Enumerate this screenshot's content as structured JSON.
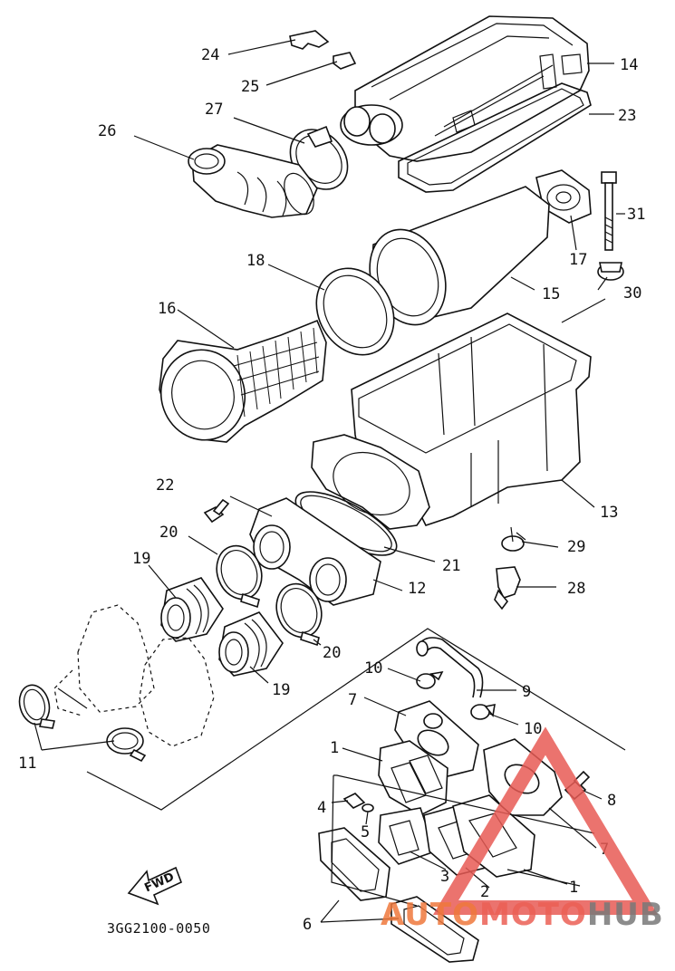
{
  "diagram": {
    "callouts": {
      "c24": "24",
      "c25": "25",
      "c27": "27",
      "c26": "26",
      "c14": "14",
      "c23": "23",
      "c31": "31",
      "c17": "17",
      "c30": "30",
      "c18": "18",
      "c15": "15",
      "c16": "16",
      "c13": "13",
      "c22": "22",
      "c20a": "20",
      "c21": "21",
      "c12": "12",
      "c29": "29",
      "c19a": "19",
      "c28": "28",
      "c20b": "20",
      "c19b": "19",
      "c10a": "10",
      "c9": "9",
      "c7a": "7",
      "c10b": "10",
      "c11": "11",
      "c1a": "1",
      "c8": "8",
      "c4": "4",
      "c5": "5",
      "c7b": "7",
      "c3": "3",
      "c2": "2",
      "c1b": "1",
      "c6": "6"
    },
    "fwd_label": "FWD",
    "drawing_code": "3GG2100-0050"
  },
  "watermark": {
    "part1": "AUTO",
    "part2": "MOTO",
    "part3": "HUB",
    "colors": {
      "orange": "#ee7a3c",
      "red": "#e85a55",
      "gray": "#7a7a7a"
    }
  }
}
